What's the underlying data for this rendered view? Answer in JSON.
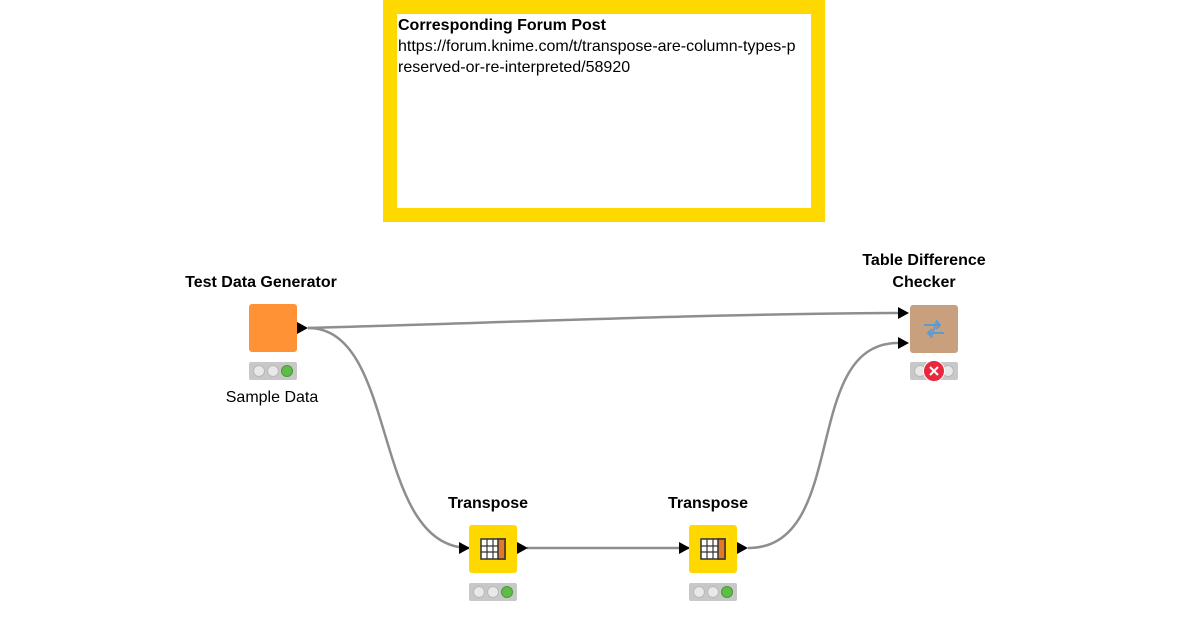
{
  "annotation": {
    "title": "Corresponding Forum Post",
    "body": "https://forum.knime.com/t/transpose-are-column-types-preserved-or-re-interpreted/58920",
    "border_color": "#ffd800"
  },
  "nodes": {
    "test_data_generator": {
      "title": "Test Data Generator",
      "label": "Sample Data",
      "icon": "source-node-icon",
      "color": "#ff9234",
      "status": "executed"
    },
    "transpose_1": {
      "title": "Transpose",
      "label": "",
      "icon": "transpose-table-icon",
      "color": "#ffd800",
      "status": "executed"
    },
    "transpose_2": {
      "title": "Transpose",
      "label": "",
      "icon": "transpose-table-icon",
      "color": "#ffd800",
      "status": "executed"
    },
    "table_difference_checker": {
      "title_line1": "Table Difference",
      "title_line2": "Checker",
      "label": "",
      "icon": "compare-arrows-icon",
      "color": "#c9a07e",
      "status": "error"
    }
  },
  "connection_color": "#8e8e8e"
}
